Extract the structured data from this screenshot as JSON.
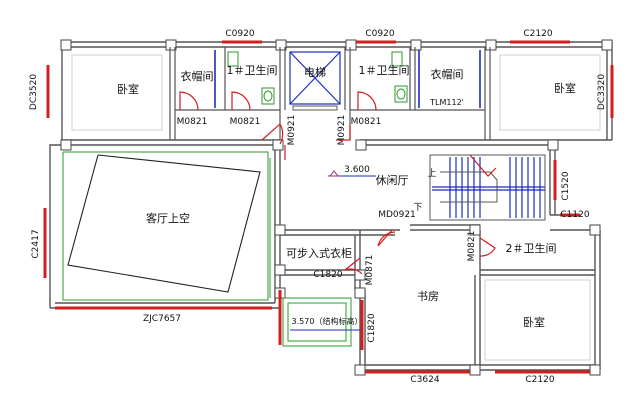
{
  "plan": {
    "window_labels": {
      "c0920_left": "C0920",
      "c0920_right": "C0920",
      "c2120_top": "C2120",
      "dc3520": "DC3520",
      "dc3320": "DC3320",
      "c1520": "C1520",
      "c1120": "C1120",
      "c2417": "C2417",
      "zjc7657": "ZJC7657",
      "c1820_closet": "C1820",
      "c1820_study": "C1820",
      "c3624": "C3624",
      "c2120_bottom": "C2120"
    },
    "door_labels": {
      "m0821_a": "M0821",
      "m0821_b": "M0821",
      "m0821_c": "M0821",
      "m0921_a": "M0921",
      "m0921_b": "M0921",
      "md0921": "MD0921",
      "m0871": "M0871",
      "m0821_bath": "M0821",
      "tlm112": "TLM112'"
    },
    "rooms": {
      "bedroom_left": "卧室",
      "closet_left": "衣帽间",
      "bath_left": "1＃卫生间",
      "elevator": "电梯",
      "bath_right": "1＃卫生间",
      "closet_right": "衣帽间",
      "bedroom_right": "卧室",
      "living_void": "客厅上空",
      "lounge": "休闲厅",
      "walkin_closet": "可步入式衣柜",
      "study": "书房",
      "bedroom_bottom": "卧室",
      "bath_bottom": "2＃卫生间"
    },
    "elevation": "3.600",
    "elevation_note": "3.570（结构标高）",
    "stair_up": "上",
    "stair_down": "下"
  }
}
